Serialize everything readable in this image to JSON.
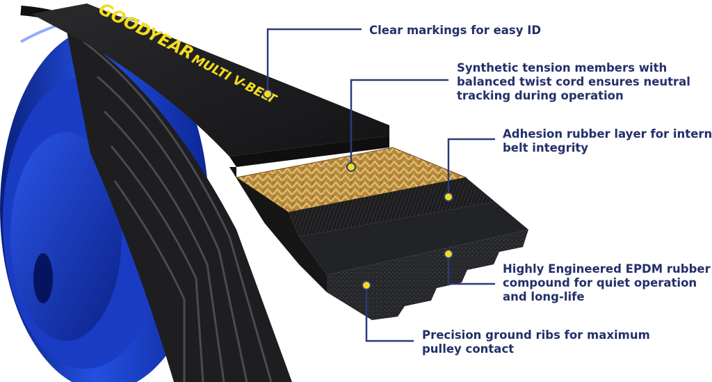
{
  "colors": {
    "callout_text": "#23306a",
    "callout_line": "#2b3a7a",
    "marker_fill": "#f4dc1c",
    "pulley_blue": "#1f45d6",
    "belt_black": "#1b1b1d",
    "cord_gold": "#c9a24d"
  },
  "belt_marking": {
    "brand": "GOODYEAR",
    "product": "MULTI V-BELT"
  },
  "callouts": [
    {
      "lines": [
        "Clear markings for easy ID"
      ]
    },
    {
      "lines": [
        "Synthetic tension members with",
        "balanced twist cord ensures neutral",
        "tracking during operation"
      ]
    },
    {
      "lines": [
        "Adhesion rubber layer for internal",
        "belt integrity"
      ]
    },
    {
      "lines": [
        "Highly Engineered EPDM rubber",
        "compound for quiet operation",
        "and long-life"
      ]
    },
    {
      "lines": [
        "Precision ground ribs for maximum",
        "pulley contact"
      ]
    }
  ]
}
